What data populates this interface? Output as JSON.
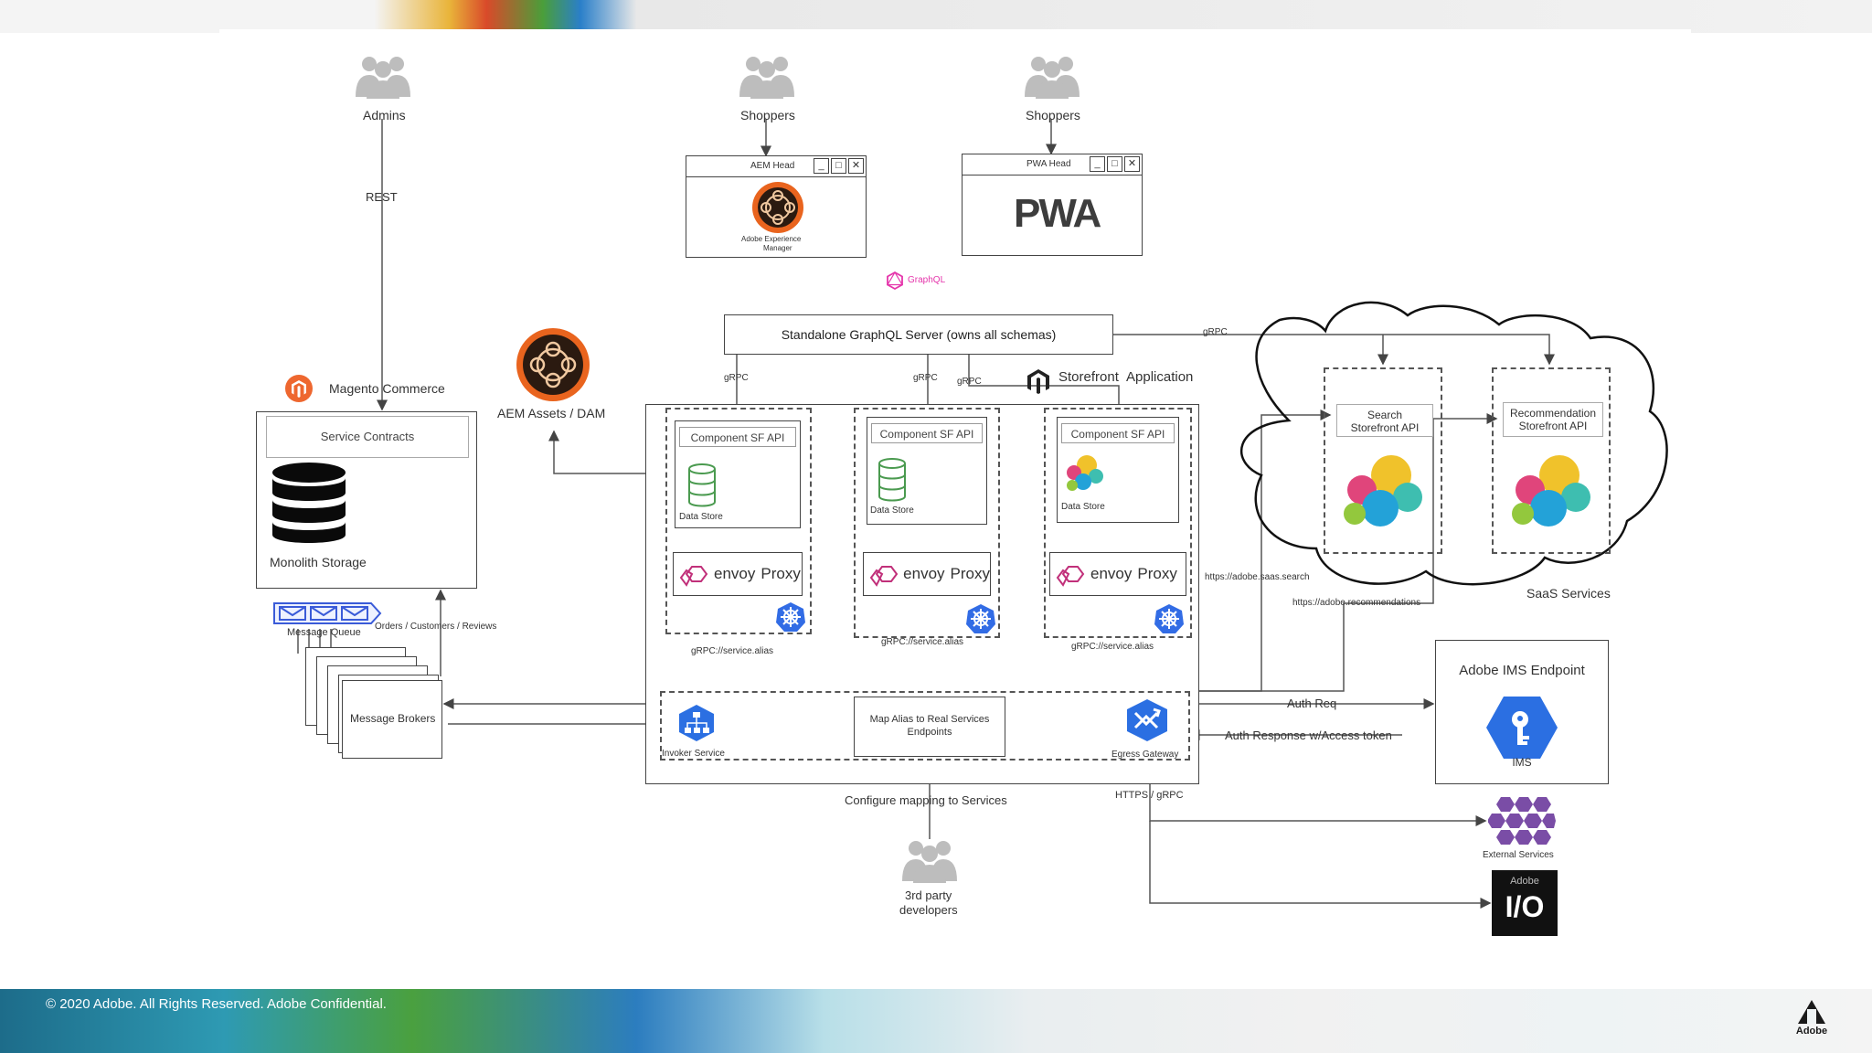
{
  "footer": {
    "copyright": "© 2020 Adobe.  All Rights Reserved.  Adobe Confidential.",
    "logo_text": "Adobe"
  },
  "actors": {
    "admins": "Admins",
    "shoppers_1": "Shoppers",
    "shoppers_2": "Shoppers",
    "third_party_line1": "3rd party",
    "third_party_line2": "developers"
  },
  "edges": {
    "rest": "REST",
    "grpc_top": "gRPC",
    "grpc_1": "gRPC",
    "grpc_2": "gRPC",
    "grpc_3": "gRPC",
    "service_alias_1": "gRPC://service.alias",
    "service_alias_2": "gRPC://service.alias",
    "service_alias_3": "gRPC://service.alias",
    "saas_search_url": "https://adobe.saas.search",
    "saas_reco_url": "https://adobe.recommendations",
    "auth_req": "Auth Req",
    "auth_resp": "Auth Response w/Access token",
    "configure_mapping": "Configure mapping to Services",
    "https_grpc": "HTTPS / gRPC",
    "orders": "Orders / Customers / Reviews"
  },
  "aem_head": {
    "title": "AEM Head",
    "caption_line1": "Adobe Experience",
    "caption_line2": "Manager"
  },
  "pwa_head": {
    "title": "PWA Head",
    "logo": "PWA"
  },
  "graphql_label": "GraphQL",
  "graphql_server": "Standalone GraphQL Server (owns all schemas)",
  "storefront_app": {
    "name": "Storefront",
    "suffix": "Application"
  },
  "magento": {
    "label": "Magento Commerce",
    "service_contracts": "Service Contracts",
    "storage": "Monolith Storage",
    "message_queue": "Message Queue",
    "message_brokers": "Message Brokers"
  },
  "aem_assets": "AEM Assets / DAM",
  "components": [
    {
      "api": "Component SF API",
      "store": "Data Store",
      "proxy_brand": "envoy",
      "proxy_word": "Proxy"
    },
    {
      "api": "Component SF API",
      "store": "Data Store",
      "proxy_brand": "envoy",
      "proxy_word": "Proxy"
    },
    {
      "api": "Component SF API",
      "store": "Data Store",
      "proxy_brand": "envoy",
      "proxy_word": "Proxy"
    }
  ],
  "mesh": {
    "invoker": "Invoker Service",
    "map_line1": "Map Alias to Real Services",
    "map_line2": "Endpoints",
    "egress": "Egress Gateway"
  },
  "saas": {
    "search_line1": "Search",
    "search_line2": "Storefront API",
    "reco_line1": "Recommendation",
    "reco_line2": "Storefront API",
    "label": "SaaS Services"
  },
  "ims": {
    "title": "Adobe IMS Endpoint",
    "name": "IMS"
  },
  "external": "External Services",
  "adobe_io": {
    "top": "Adobe",
    "main": "I/O"
  },
  "colors": {
    "magento_orange": "#ee672f",
    "aem_ring": "#e9641e",
    "google_blue": "#2b6fe2",
    "envoy_pink": "#c1307a",
    "graphql_pink": "#e535ab",
    "external_purple": "#7a4da6",
    "db_green": "#4a9a4f"
  }
}
